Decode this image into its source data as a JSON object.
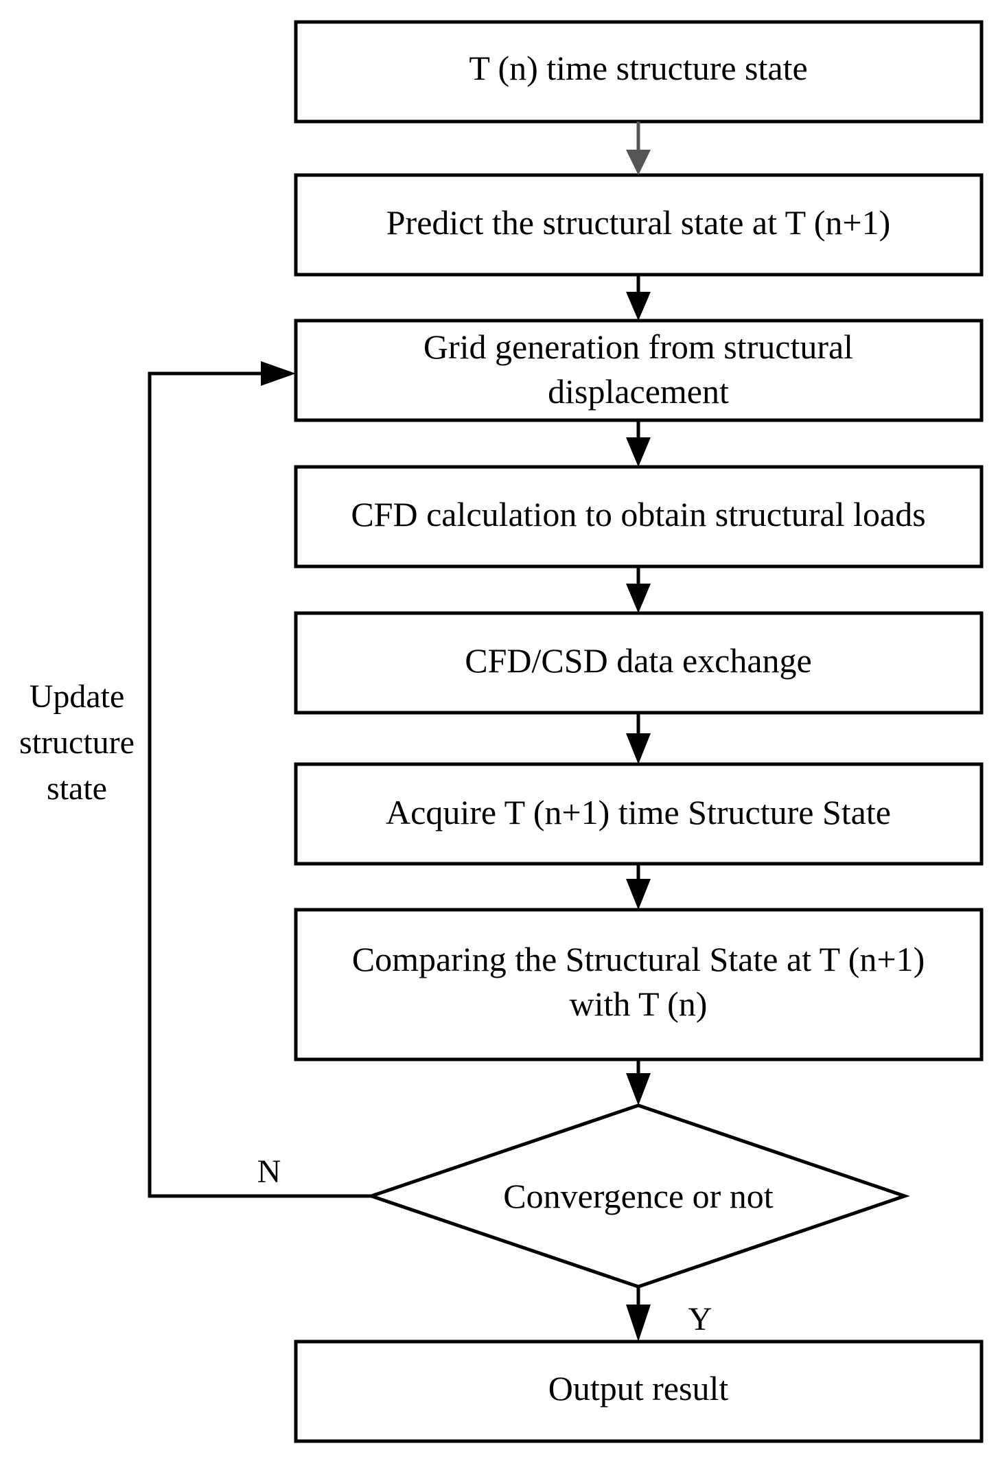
{
  "steps": [
    {
      "id": "step-1",
      "lines": [
        "T (n) time structure state"
      ]
    },
    {
      "id": "step-2",
      "lines": [
        "Predict the structural state at T (n+1)"
      ]
    },
    {
      "id": "step-3",
      "lines": [
        "Grid generation from structural",
        "displacement"
      ]
    },
    {
      "id": "step-4",
      "lines": [
        "CFD calculation to obtain structural loads"
      ]
    },
    {
      "id": "step-5",
      "lines": [
        "CFD/CSD data exchange"
      ]
    },
    {
      "id": "step-6",
      "lines": [
        "Acquire T (n+1) time Structure State"
      ]
    },
    {
      "id": "step-7",
      "lines": [
        "Comparing the Structural State at T (n+1)",
        "with T (n)"
      ]
    }
  ],
  "decision": {
    "label": "Convergence or not"
  },
  "output": {
    "label": "Output result"
  },
  "branches": {
    "no": "N",
    "yes": "Y"
  },
  "loop_label": [
    "Update",
    "structure",
    "state"
  ],
  "colors": {
    "stroke": "#000000",
    "first_arrow": "#555555",
    "background": "#ffffff"
  }
}
